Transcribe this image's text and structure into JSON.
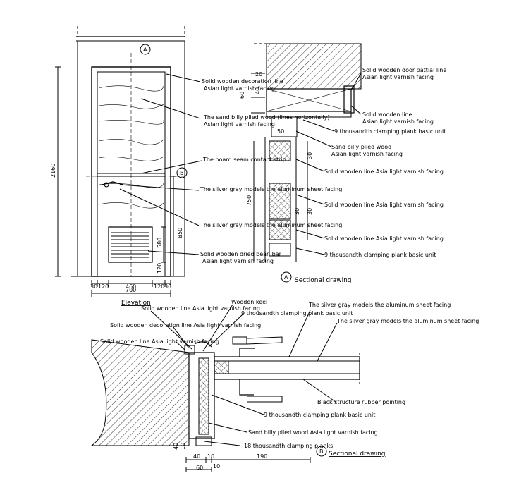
{
  "elevation": {
    "title": "Elevation",
    "height_dim": "2160",
    "handle_height_dim": "850",
    "vent_height_dim": "580",
    "bottom_dim": "120",
    "bubble_a": "A",
    "bubble_b": "B",
    "width_dims": [
      "30",
      "120",
      "460",
      "120",
      "30"
    ],
    "total_width": "700",
    "labels": [
      "Solid wooden decoration line",
      "Asian light varnish facing",
      "The sand billy plied wood (lines horizontally)",
      "Asian light varnish facing",
      "The board seam contact strip",
      "The silver gray models the aluminum sheet facing",
      "The silver gray models the aluminum sheet facing",
      "Solid wooden dried bean bar",
      "Asian light varnish facing"
    ]
  },
  "section_a": {
    "title": "Sectional drawing",
    "bubble": "A",
    "dims": [
      "20",
      "40",
      "60",
      "50",
      "30",
      "750",
      "30",
      "30"
    ],
    "labels": [
      "Solid wooden door pattial line",
      "Asian light varnish facing",
      "Solid wooden line",
      "Asian light varnish facing",
      "9 thousandth clamping plank basic unit",
      "Sand billy plied wood",
      "Asian light varnish facing",
      "Solid wooden line Asia light varnish facing",
      "Solid wooden line Asia light varnish facing",
      "Solid wooden line Asia light varnish facing",
      "9 thousandth clamping plank basic unit"
    ]
  },
  "section_b": {
    "title": "Sectional drawing",
    "bubble": "B",
    "dims": [
      "40",
      "10",
      "60",
      "10",
      "190",
      "40",
      "10"
    ],
    "labels": [
      "Wooden keel",
      "Solid wooden line Asia light varnish facing",
      "9 thousandth clamping plank basic unit",
      "The silver gray models the aluminum sheet facing",
      "Solid wooden decoration line Asia light varnish facing",
      "The silver gray models the aluminum sheet facing",
      "Solid wooden line Asia light varnish facing",
      "Black structure rubber pointing",
      "9 thousandth clamping plank basic unit",
      "Sand billy plied wood Asia light varnish facing",
      "18 thousandth clamping planks"
    ]
  }
}
